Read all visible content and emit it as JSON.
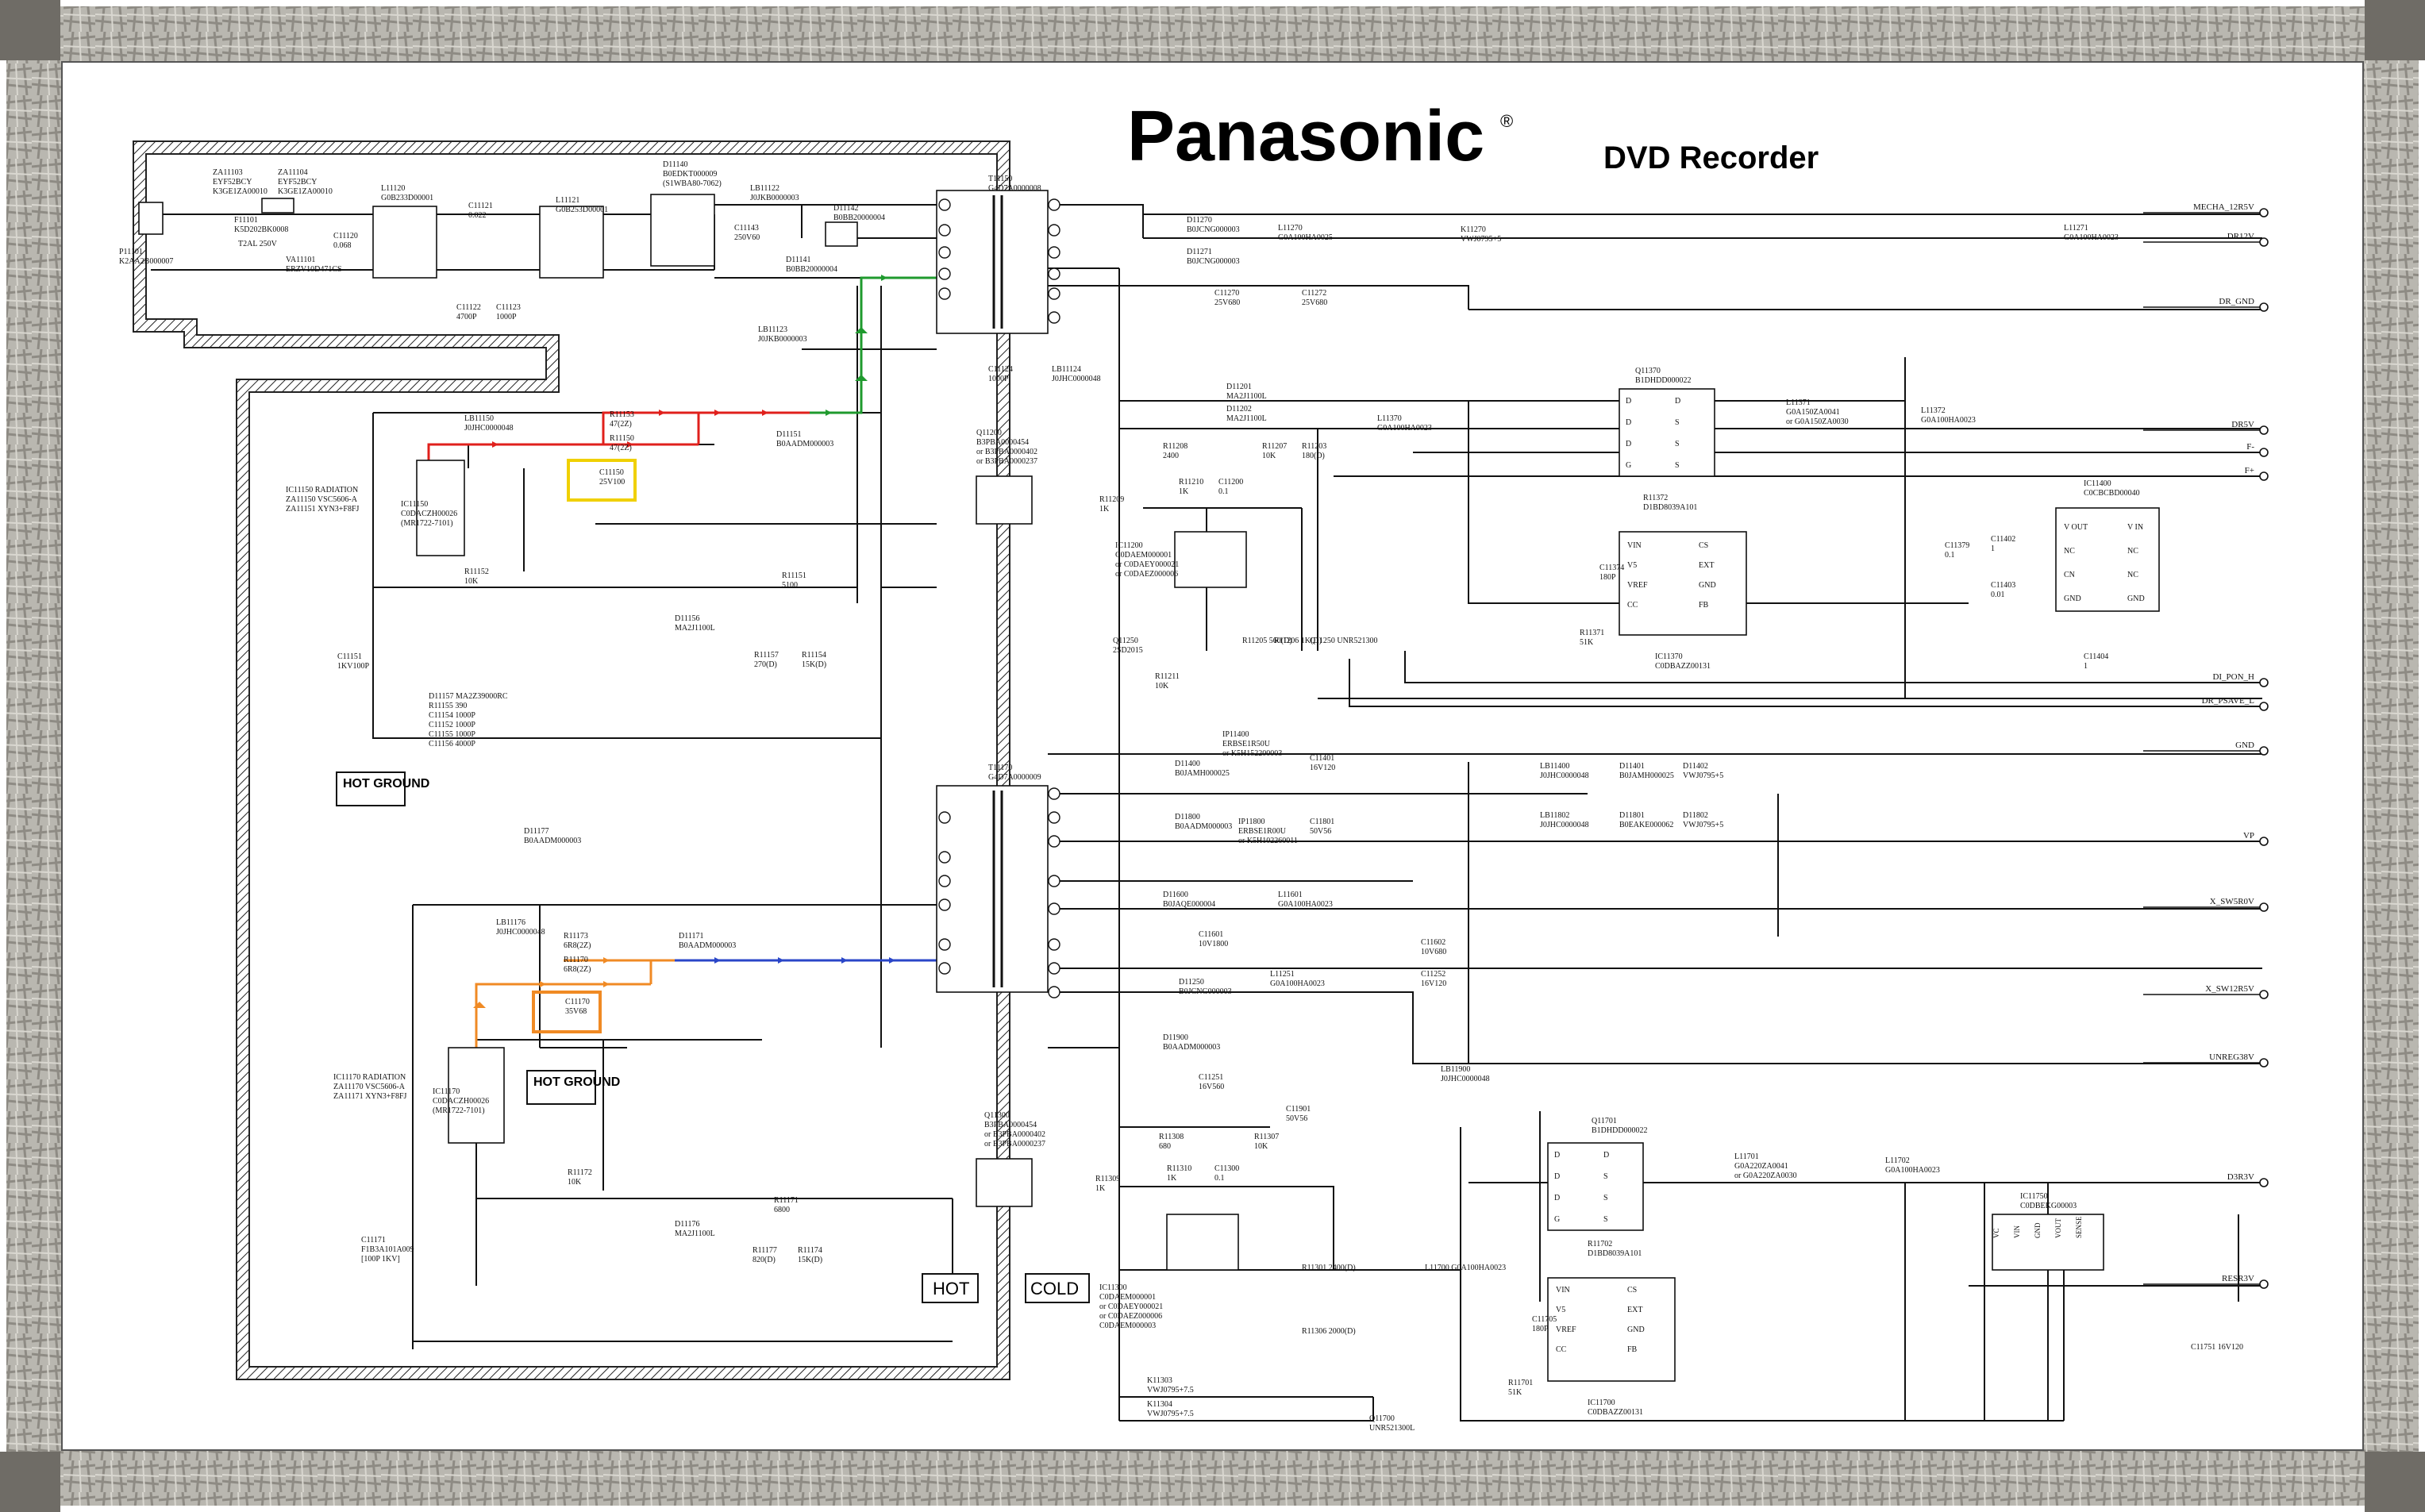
{
  "header": {
    "brand": "Panasonic",
    "registered": "®",
    "subtitle": "DVD Recorder"
  },
  "zones": {
    "hot_ground_1": "HOT GROUND",
    "hot_ground_2": "HOT GROUND",
    "hot": "HOT",
    "cold": "COLD"
  },
  "primary": {
    "p11101": [
      "P11101",
      "K2AA2B000007"
    ],
    "za11103": [
      "ZA11103",
      "EYF52BCY",
      "K3GE1ZA00010"
    ],
    "za11104": [
      "ZA11104",
      "EYF52BCY",
      "K3GE1ZA00010"
    ],
    "f11101": [
      "F11101",
      "K5D202BK0008"
    ],
    "fuse_rating": "T2AL 250V",
    "va11101": [
      "VA11101",
      "ERZV10D471CS"
    ],
    "c11120": [
      "C11120",
      "0.068"
    ],
    "l11120": [
      "L11120",
      "G0B233D00001"
    ],
    "c11121": [
      "C11121",
      "0.022"
    ],
    "l11121": [
      "L11121",
      "G0B253D00001"
    ],
    "c11122": [
      "C11122",
      "4700P"
    ],
    "c11123": [
      "C11123",
      "1000P"
    ],
    "d11140": [
      "D11140",
      "B0EDKT000009",
      "(S1WBA80-7062)"
    ],
    "c11143": [
      "C11143",
      "250V60"
    ],
    "lb11122": [
      "LB11122",
      "J0JKB0000003"
    ],
    "lb11123": [
      "LB11123",
      "J0JKB0000003"
    ],
    "d11141": [
      "D11141",
      "B0BB20000004"
    ],
    "d11142": [
      "D11142",
      "B0BB20000004"
    ],
    "t11150": [
      "T11150",
      "G4D7A0000008"
    ],
    "c11124": [
      "C11124",
      "1000P"
    ],
    "lb11124": [
      "LB11124",
      "J0JHC0000048"
    ],
    "lb11150": [
      "LB11150",
      "J0JHC0000048"
    ],
    "r11153": [
      "R11153",
      "47(2Z)"
    ],
    "r11150": [
      "R11150",
      "47(2Z)"
    ],
    "d11151": [
      "D11151",
      "B0AADM000003"
    ],
    "c11150": [
      "C11150",
      "25V100"
    ],
    "ic11150": [
      "IC11150",
      "C0DACZH00026",
      "(MR1722-7101)"
    ],
    "ic11150_note": [
      "IC11150 RADIATION",
      "ZA11150 VSC5606-A",
      "ZA11151 XYN3+F8FJ"
    ],
    "q11200": [
      "Q11200",
      "B3PBA0000454",
      "or  B3PBA0000402",
      "or  B3PBA0000237"
    ],
    "r11152": [
      "R11152",
      "10K"
    ],
    "r11151": [
      "R11151",
      "5100"
    ],
    "d11156": [
      "D11156",
      "MA2J1100L"
    ],
    "r11157": [
      "R11157",
      "270(D)"
    ],
    "r11154": [
      "R11154",
      "15K(D)"
    ],
    "c11151": [
      "C11151",
      "1KV100P"
    ],
    "misc_vert": [
      "D11157 MA2Z39000RC",
      "R11155 390",
      "C11154 1000P",
      "C11152 1000P",
      "C11155 1000P",
      "C11156 4000P"
    ]
  },
  "secondary_top": {
    "d11270": [
      "D11270",
      "B0JCNG000003"
    ],
    "d11271": [
      "D11271",
      "B0JCNG000003"
    ],
    "l11270": [
      "L11270",
      "G0A100HA0025"
    ],
    "c11270": [
      "C11270",
      "25V680"
    ],
    "c11272": [
      "C11272",
      "25V680"
    ],
    "k11270": [
      "K11270",
      "VWJ0795+5"
    ],
    "l11271": [
      "L11271",
      "G0A100HA0023"
    ],
    "d11201": [
      "D11201",
      "MA2J1100L"
    ],
    "d11202": [
      "D11202",
      "MA2J1100L"
    ],
    "r11208": [
      "R11208",
      "2400"
    ],
    "r11207": [
      "R11207",
      "10K"
    ],
    "r11203": [
      "R11203",
      "180(D)"
    ],
    "r11210": [
      "R11210",
      "1K"
    ],
    "c11200": [
      "C11200",
      "0.1"
    ],
    "r11209": [
      "R11209",
      "1K"
    ],
    "ic11200": [
      "IC11200",
      "C0DAEM000001",
      "or  C0DAEY000021",
      "or  C0DAEZ000006"
    ],
    "q11250": [
      "Q11250",
      "2SD2015"
    ],
    "r11205": "R11205 560(D)",
    "r11206": "R11206 1K(D)",
    "q11250b": "Q11250 UNR521300",
    "r11211": [
      "R11211",
      "10K"
    ],
    "l11370": [
      "L11370",
      "G0A100HA0023"
    ],
    "q11370": [
      "Q11370",
      "B1DHDD000022"
    ],
    "l11371": [
      "L11371",
      "G0A150ZA0041",
      "or  G0A150ZA0030"
    ],
    "l11372": [
      "L11372",
      "G0A100HA0023"
    ],
    "r11372": [
      "R11372",
      "D1BD8039A101"
    ],
    "ic11370": [
      "IC11370",
      "C0DBAZZ00131"
    ],
    "c11374": [
      "C11374",
      "180P"
    ],
    "r11371": [
      "R11371",
      "51K"
    ],
    "ic11400": [
      "IC11400",
      "C0CBCBD00040"
    ],
    "c11402": [
      "C11402",
      "1"
    ],
    "c11403": [
      "C11403",
      "0.01"
    ],
    "c11404": [
      "C11404",
      "1"
    ],
    "c11379": [
      "C11379",
      "0.1"
    ]
  },
  "secondary_bottom": {
    "ip11400": [
      "IP11400",
      "ERBSE1R50U",
      "or  K5H152200003"
    ],
    "c11401": [
      "C11401",
      "16V120"
    ],
    "d11400": [
      "D11400",
      "B0JAMH000025"
    ],
    "ip11800": [
      "IP11800",
      "ERBSE1R00U",
      "or  K5H102260011"
    ],
    "d11800": [
      "D11800",
      "B0AADM000003"
    ],
    "c11801": [
      "C11801",
      "50V56"
    ],
    "t11170": [
      "T11170",
      "G4D7A0000009"
    ],
    "lb11400": [
      "LB11400",
      "J0JHC0000048"
    ],
    "d11401": [
      "D11401",
      "B0JAMH000025"
    ],
    "d11402": [
      "D11402",
      "VWJ0795+5"
    ],
    "lb11802": [
      "LB11802",
      "J0JHC0000048"
    ],
    "d11801": [
      "D11801",
      "B0EAKE000062"
    ],
    "d11802": [
      "D11802",
      "VWJ0795+5"
    ],
    "d11600": [
      "D11600",
      "B0JAQE000004"
    ],
    "c11601": [
      "C11601",
      "10V1800"
    ],
    "l11601": [
      "L11601",
      "G0A100HA0023"
    ],
    "c11602": [
      "C11602",
      "10V680"
    ],
    "d11250": [
      "D11250",
      "B0JCNG000003"
    ],
    "l11251": [
      "L11251",
      "G0A100HA0023"
    ],
    "c11252": [
      "C11252",
      "16V120"
    ],
    "d11900": [
      "D11900",
      "B0AADM000003"
    ],
    "c11251": [
      "C11251",
      "16V560"
    ],
    "c11901": [
      "C11901",
      "50V56"
    ],
    "lb11900": [
      "LB11900",
      "J0JHC0000048"
    ],
    "lb11176": [
      "LB11176",
      "J0JHC0000048"
    ],
    "r11173": [
      "R11173",
      "6R8(2Z)"
    ],
    "r11170": [
      "R11170",
      "6R8(2Z)"
    ],
    "d11171": [
      "D11171",
      "B0AADM000003"
    ],
    "c11170": [
      "C11170",
      "35V68"
    ],
    "ic11170": [
      "IC11170",
      "C0DACZH00026",
      "(MR1722-7101)"
    ],
    "ic11170_note": [
      "IC11170 RADIATION",
      "ZA11170 VSC5606-A",
      "ZA11171 XYN3+F8FJ"
    ],
    "d11177": [
      "D11177",
      "B0AADM000003"
    ],
    "q11300": [
      "Q11300",
      "B3PBA0000454",
      "or  B3PBA0000402",
      "or  B3PBA0000237"
    ],
    "r11172": [
      "R11172",
      "10K"
    ],
    "r11171": [
      "R11171",
      "6800"
    ],
    "d11176": [
      "D11176",
      "MA2J1100L"
    ],
    "r11177": [
      "R11177",
      "820(D)"
    ],
    "r11174": [
      "R11174",
      "15K(D)"
    ],
    "c11171": [
      "C11171",
      "F1B3A101A009",
      "[100P 1KV]"
    ],
    "r11308": [
      "R11308",
      "680"
    ],
    "r11307": [
      "R11307",
      "10K"
    ],
    "r11310": [
      "R11310",
      "1K"
    ],
    "c11300": [
      "C11300",
      "0.1"
    ],
    "r11309": [
      "R11309",
      "1K"
    ],
    "ic11300": [
      "IC11300",
      "C0DAEM000001",
      "or  C0DAEY000021",
      "or  C0DAEZ000006",
      "C0DAEM000003"
    ],
    "r11301": "R11301 2400(D)",
    "r11306": "R11306 2000(D)",
    "k11303": [
      "K11303",
      "VWJ0795+7.5"
    ],
    "k11304": [
      "K11304",
      "VWJ0795+7.5"
    ],
    "q11700": [
      "Q11700",
      "UNR521300L"
    ],
    "l11700": "L11700 G0A100HA0023",
    "q11701": [
      "Q11701",
      "B1DHDD000022"
    ],
    "l11701": [
      "L11701",
      "G0A220ZA0041",
      "or  G0A220ZA0030"
    ],
    "l11702": [
      "L11702",
      "G0A100HA0023"
    ],
    "r11702": [
      "R11702",
      "D1BD8039A101"
    ],
    "ic11700": [
      "IC11700",
      "C0DBAZZ00131"
    ],
    "c11705": [
      "C11705",
      "180P"
    ],
    "r11701": [
      "R11701",
      "51K"
    ],
    "ic11750": [
      "IC11750",
      "C0DBEKG00003"
    ],
    "c11751": "C11751 16V120"
  },
  "ic_pins": {
    "mosfet": [
      "D",
      "D",
      "D",
      "G",
      "D",
      "S",
      "S",
      "S"
    ],
    "reg": [
      "VIN",
      "V5",
      "VREF",
      "CC",
      "CS",
      "EXT",
      "GND",
      "FB"
    ],
    "ic11400": [
      "V OUT",
      "NC",
      "CN",
      "GND",
      "V IN",
      "NC",
      "NC",
      "GND"
    ],
    "ic11750": [
      "VC",
      "VIN",
      "GND",
      "VOUT",
      "SENSE"
    ]
  },
  "connectors": [
    {
      "label": "MECHA_12R5V"
    },
    {
      "label": "DR12V"
    },
    {
      "label": "DR_GND"
    },
    {
      "label": "DR5V"
    },
    {
      "label": "F-"
    },
    {
      "label": "F+"
    },
    {
      "label": "DI_PON_H"
    },
    {
      "label": "DR_PSAVE_L"
    },
    {
      "label": "GND"
    },
    {
      "label": "VP"
    },
    {
      "label": "X_SW5R0V"
    },
    {
      "label": "X_SW12R5V"
    },
    {
      "label": "UNREG38V"
    },
    {
      "label": "D3R3V"
    },
    {
      "label": "RESR3V"
    }
  ],
  "colors": {
    "red": "#e0201c",
    "green": "#1f9a2e",
    "orange": "#f08a24",
    "blue": "#2a46c8",
    "yellow_box": "#f0d000",
    "orange_box": "#f08a24",
    "ic_fill": "#f7e0e4"
  }
}
